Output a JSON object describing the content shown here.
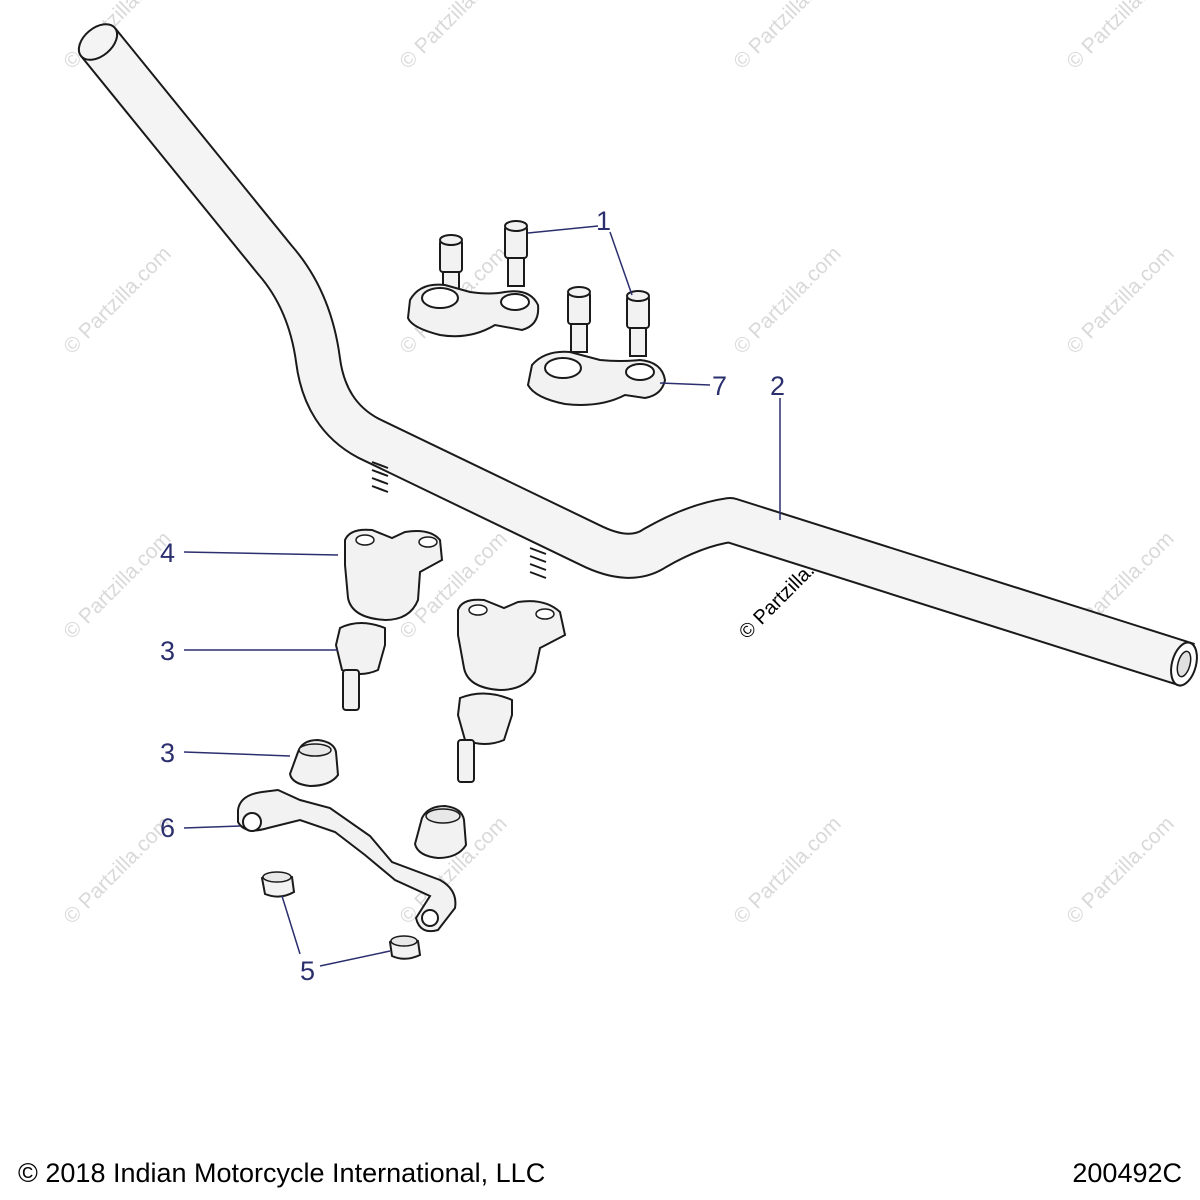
{
  "callouts": {
    "c1": "1",
    "c2": "2",
    "c3a": "3",
    "c3b": "3",
    "c4": "4",
    "c5": "5",
    "c6": "6",
    "c7": "7"
  },
  "watermark": {
    "text": "© Partzilla.com",
    "color": "#d9d9d9"
  },
  "footer": {
    "copyright": "© 2018 Indian Motorcycle International, LLC",
    "drawing_number": "200492C"
  },
  "colors": {
    "callout": "#2b2f6e",
    "outline": "#1a1a1a"
  }
}
